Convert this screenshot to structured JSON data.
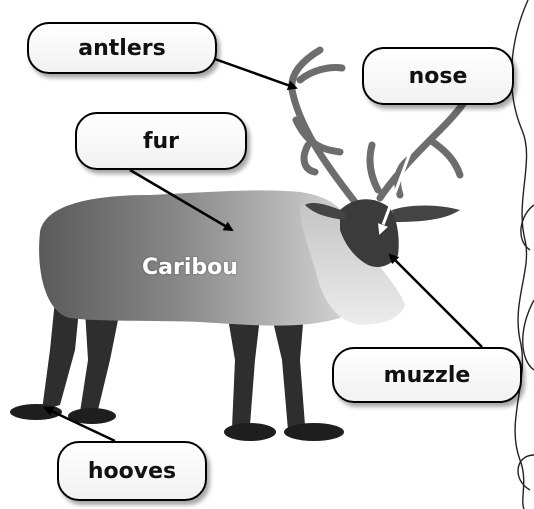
{
  "labels": {
    "antlers": "antlers",
    "fur": "fur",
    "nose": "nose",
    "muzzle": "muzzle",
    "hooves": "hooves"
  },
  "animal_name": "Caribou",
  "colors": {
    "label_border": "#000000",
    "label_fill": "#ffffff",
    "caption_text": "#ffffff",
    "pointer_line": "#000000",
    "nose_pointer": "#ffffff"
  }
}
